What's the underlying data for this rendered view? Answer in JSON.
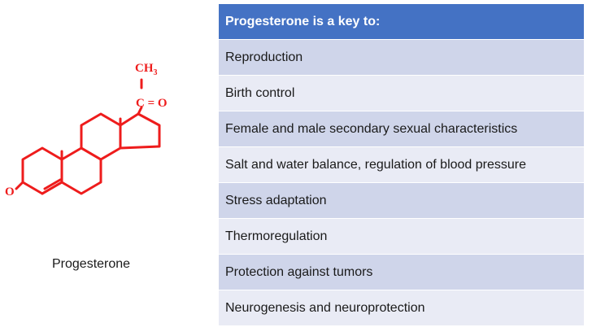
{
  "molecule": {
    "name": "Progesterone",
    "labels": {
      "methyl": "CH",
      "methyl_sub": "3",
      "ketone_side": "C = O",
      "ketone_ring": "O"
    },
    "color": "#ee1c1c"
  },
  "table": {
    "header": "Progesterone is a key to:",
    "header_color": "#4472c4",
    "rows": [
      "Reproduction",
      "Birth control",
      "Female and male secondary sexual characteristics",
      "Salt and water balance, regulation of blood pressure",
      "Stress adaptation",
      "Thermoregulation",
      "Protection against tumors",
      "Neurogenesis and neuroprotection"
    ]
  }
}
